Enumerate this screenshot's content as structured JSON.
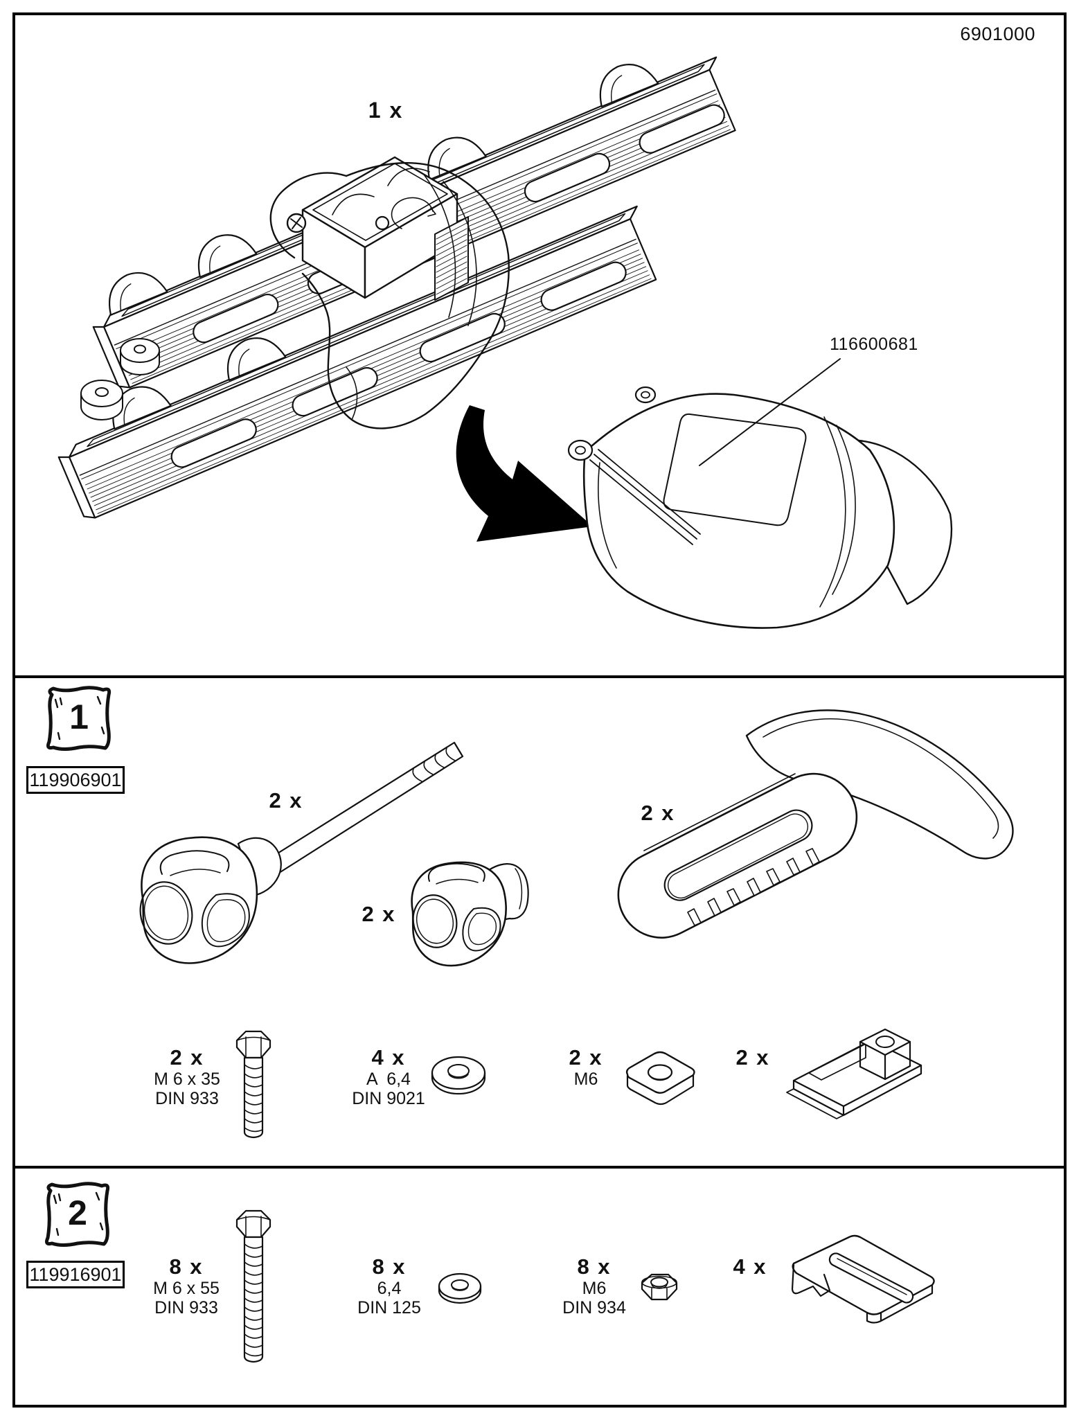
{
  "page": {
    "doc_number": "6901000"
  },
  "main_illustration": {
    "qty": "1 x",
    "cover_part_number": "116600681"
  },
  "bag1": {
    "bag_number": "1",
    "part_number": "119906901",
    "items": {
      "knob_bolt": {
        "qty": "2 x"
      },
      "knob": {
        "qty": "2 x"
      },
      "t_handle": {
        "qty": "2 x"
      },
      "hex_bolt": {
        "qty": "2 x",
        "size": "M 6 x 35",
        "standard": "DIN 933"
      },
      "washer": {
        "qty": "4 x",
        "size": "A  6,4",
        "standard": "DIN 9021"
      },
      "square_nut": {
        "qty": "2 x",
        "size": "M6"
      },
      "adapter_plate": {
        "qty": "2 x"
      }
    }
  },
  "bag2": {
    "bag_number": "2",
    "part_number": "119916901",
    "items": {
      "hex_bolt": {
        "qty": "8 x",
        "size": "M 6 x 55",
        "standard": "DIN 933"
      },
      "washer": {
        "qty": "8 x",
        "size": "6,4",
        "standard": "DIN 125"
      },
      "hex_nut": {
        "qty": "8 x",
        "size": "M6",
        "standard": "DIN 934"
      },
      "slotted_bracket": {
        "qty": "4 x"
      }
    }
  }
}
